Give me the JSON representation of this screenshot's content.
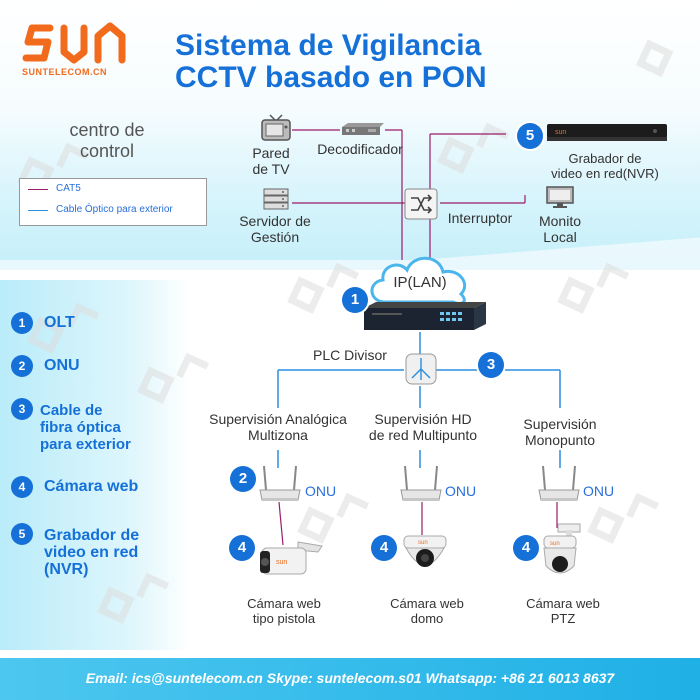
{
  "logo": {
    "brand": "SUNTELECOM.CN"
  },
  "title": {
    "line1": "Sistema de Vigilancia",
    "line2": "CCTV basado en PON"
  },
  "control_center": {
    "line1": "centro de",
    "line2": "control"
  },
  "legend": {
    "cat5": "CAT5",
    "fiber": "Cable Óptico para exterior"
  },
  "devices": {
    "tv_wall": {
      "line1": "Pared",
      "line2": "de TV"
    },
    "decoder": "Decodificador",
    "nvr": {
      "line1": "Grabador de",
      "line2": "video en red(NVR)"
    },
    "server": {
      "line1": "Servidor de",
      "line2": "Gestión"
    },
    "switch": "Interruptor",
    "monitor": {
      "line1": "Monito",
      "line2": "Local"
    },
    "cloud": "IP(LAN)",
    "splitter": "PLC Divisor"
  },
  "supervision": {
    "analog": {
      "line1": "Supervisión Analógica",
      "line2": "Multizona"
    },
    "hd": {
      "line1": "Supervisión HD",
      "line2": "de red Multipunto"
    },
    "mono": {
      "line1": "Supervisión",
      "line2": "Monopunto"
    }
  },
  "onu_label": "ONU",
  "cameras": {
    "bullet": {
      "line1": "Cámara web",
      "line2": "tipo pistola"
    },
    "dome": {
      "line1": "Cámara web",
      "line2": "domo"
    },
    "ptz": {
      "line1": "Cámara web",
      "line2": "PTZ"
    }
  },
  "markers": {
    "one": "1",
    "two": "2",
    "three": "3",
    "four": "4",
    "five": "5"
  },
  "left_legend": [
    {
      "num": "1",
      "lines": [
        "OLT"
      ]
    },
    {
      "num": "2",
      "lines": [
        "ONU"
      ]
    },
    {
      "num": "3",
      "lines": [
        "Cable de",
        "fibra óptica",
        "para exterior"
      ]
    },
    {
      "num": "4",
      "lines": [
        "Cámara web"
      ]
    },
    {
      "num": "5",
      "lines": [
        "Grabador de",
        "video en red",
        "(NVR)"
      ]
    }
  ],
  "footer": "Email: ics@suntelecom.cn    Skype: suntelecom.s01    Whatsapp: +86 21 6013 8637",
  "colors": {
    "accent": "#1570d8",
    "cat5": "#9b1b6a",
    "fiber": "#2a8ee0",
    "logo": "#f26b1d"
  }
}
